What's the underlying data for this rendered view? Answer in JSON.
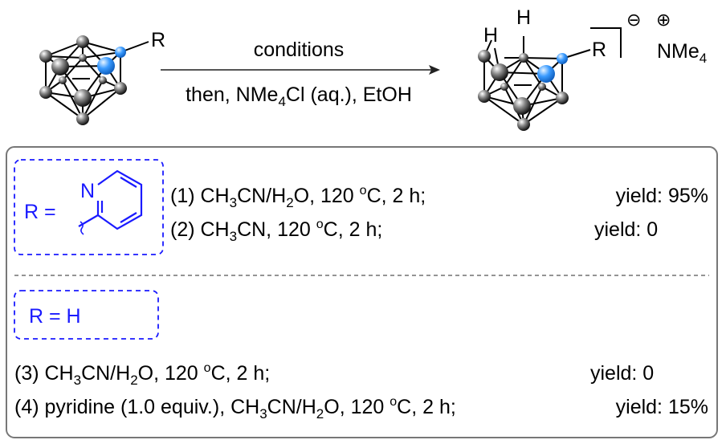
{
  "colors": {
    "accent_blue": "#1a1aff",
    "sphere_blue": "#3a9bff",
    "box_border": "#777777"
  },
  "reaction": {
    "reactant_label": "R",
    "conditions_top": "conditions",
    "conditions_bottom": {
      "a": "then, NMe",
      "sub": "4",
      "b": "Cl (aq.), EtOH"
    },
    "product": {
      "h1": "H",
      "h2": "H",
      "r": "R",
      "minus": "⊖",
      "plus": "⊕",
      "cation": "NMe",
      "cation_sub": "4"
    }
  },
  "table": {
    "group1": {
      "r_label": "R =",
      "n_label": "N",
      "rows": [
        {
          "a": "(1) CH",
          "s1": "3",
          "b": "CN/H",
          "s2": "2",
          "c": "O, 120 ",
          "sup": "o",
          "d": "C, 2 h;",
          "yield": "yield: 95%"
        },
        {
          "a": "(2) CH",
          "s1": "3",
          "b": "CN, 120 ",
          "sup": "o",
          "d": "C, 2 h;",
          "yield": "yield: 0"
        }
      ]
    },
    "group2": {
      "r_label": "R = H",
      "rows": [
        {
          "a": "(3) CH",
          "s1": "3",
          "b": "CN/H",
          "s2": "2",
          "c": "O, 120 ",
          "sup": "o",
          "d": "C, 2 h;",
          "yield": "yield: 0"
        },
        {
          "a": "(4) pyridine (1.0 equiv.), CH",
          "s1": "3",
          "b": "CN/H",
          "s2": "2",
          "c": "O, 120 ",
          "sup": "o",
          "d": "C, 2 h;",
          "yield": "yield: 15%"
        }
      ]
    }
  }
}
